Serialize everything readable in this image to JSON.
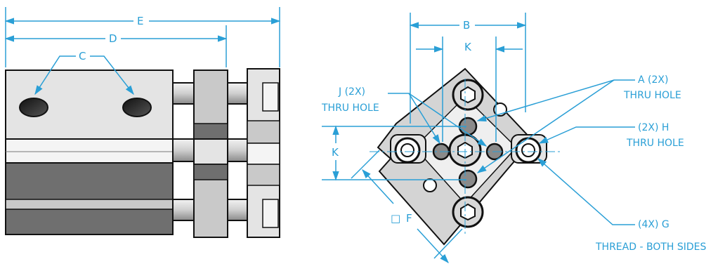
{
  "colors": {
    "dimension": "#2a9fd6",
    "body_light": "#e4e4e4",
    "body_mid": "#c9c9c9",
    "body_dark": "#6f6f6f",
    "outline": "#111111"
  },
  "side_view": {
    "labels": {
      "e": "E",
      "d": "D",
      "c": "C"
    }
  },
  "front_view": {
    "labels": {
      "b": "B",
      "k_top": "K",
      "k_left": "K",
      "f": "F"
    },
    "f_symbol": "□"
  },
  "notes": {
    "j_line1": "J (2X)",
    "j_line2": "THRU HOLE",
    "a_line1": "A (2X)",
    "a_line2": "THRU HOLE",
    "h_line1": "(2X) H",
    "h_line2": "THRU HOLE",
    "g_line1": "(4X) G",
    "g_line2": "THREAD - BOTH SIDES"
  }
}
